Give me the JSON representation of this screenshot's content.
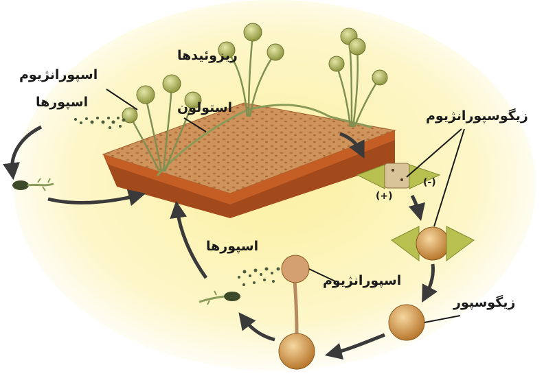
{
  "labels": {
    "rhizoids": "ریزوئیدها",
    "sporangium_top": "اسپورانژیوم",
    "spores_top": "اسپورها",
    "stolon": "استولون",
    "zygosporangium": "زیگوسپورانژیوم",
    "plus_strain": "(+)",
    "minus_strain": "(-)",
    "spores_bottom": "اسپورها",
    "sporangium_bottom": "اسپورانژیوم",
    "zygospore": "زیگوسپور"
  },
  "colors": {
    "background_glow": "#fdf6b8",
    "bread_top": "#c98a52",
    "bread_crust": "#b55a26",
    "hyphae": "#8a9a58",
    "sporangium": "#b7bd5a",
    "zygospore": "#d8a050",
    "arrow": "#3a3a3a"
  }
}
